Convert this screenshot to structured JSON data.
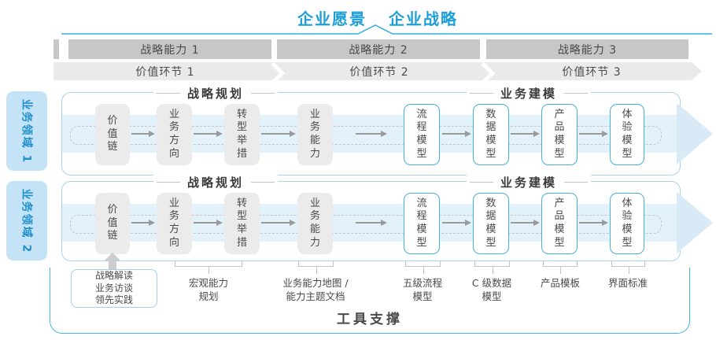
{
  "title": {
    "vision": "企业愿景",
    "strategy": "企业战略"
  },
  "capability_bars": [
    {
      "label": "战略能力 1"
    },
    {
      "label": "战略能力 2"
    },
    {
      "label": "战略能力 3"
    }
  ],
  "value_links": [
    {
      "label": "价值环节 1"
    },
    {
      "label": "价值环节 2"
    },
    {
      "label": "价值环节 3"
    }
  ],
  "domains": [
    {
      "label": "业务领域 1"
    },
    {
      "label": "业务领域 2"
    }
  ],
  "rows": [
    {
      "planning_header": "战略规划",
      "modeling_header": "业务建模",
      "boxes": [
        "价值链",
        "业务方向",
        "转型举措",
        "业务能力",
        "流程模型",
        "数据模型",
        "产品模型",
        "体验模型"
      ]
    },
    {
      "planning_header": "战略规划",
      "modeling_header": "业务建模",
      "boxes": [
        "价值链",
        "业务方向",
        "转型举措",
        "业务能力",
        "流程模型",
        "数据模型",
        "产品模型",
        "体验模型"
      ]
    }
  ],
  "annotations": [
    {
      "lines": [
        "战略解读",
        "业务访谈",
        "领先实践"
      ]
    },
    {
      "lines": [
        "宏观能力",
        "规划"
      ]
    },
    {
      "lines": [
        "业务能力地图 /",
        "能力主题文档"
      ]
    },
    {
      "lines": [
        "五级流程",
        "模型"
      ]
    },
    {
      "lines": [
        "C 级数据",
        "模型"
      ]
    },
    {
      "lines": [
        "产品模板"
      ]
    },
    {
      "lines": [
        "界面标准"
      ]
    }
  ],
  "footer": {
    "label": "工具支撑"
  },
  "colors": {
    "accent_blue": "#1c9ed9",
    "container_border": "#a6d3ed",
    "footer_border": "#3fb6e4",
    "band_fill": "#e3f1fa",
    "arrowhead_fill": "#d9eaf7",
    "gray_bar": "#c7c7c7",
    "value_band": "#eaeaea",
    "gray_box": "#ebebec",
    "blue_box_border": "#45b0e0",
    "domain_bg": "#c5e3f6",
    "domain_text": "#1f8fce",
    "text_dark": "#4a4a4a"
  }
}
